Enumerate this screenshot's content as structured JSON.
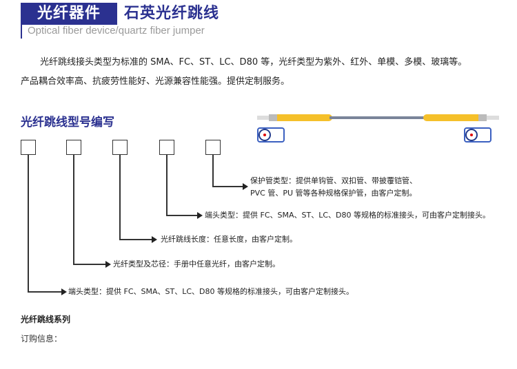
{
  "header": {
    "badge": "光纤器件",
    "title": "石英光纤跳线",
    "subtitle": "Optical fiber device/quartz fiber jumper"
  },
  "intro": {
    "line1": "光纤跳线接头类型为标准的 SMA、FC、ST、LC、D80 等，光纤类型为紫外、红外、单模、多模、玻璃等。",
    "line2": "产品耦合效率高、抗疲劳性能好、光源兼容性能强。提供定制服务。"
  },
  "model": {
    "heading": "光纤跳线型号编写",
    "items": [
      "端头类型：提供 FC、SMA、ST、LC、D80 等规格的标准接头，可由客户定制接头。",
      "光纤类型及芯径：手册中任意光纤，由客户定制。",
      "光纤跳线长度：任意长度，由客户定制。",
      "端头类型：提供 FC、SMA、ST、LC、D80 等规格的标准接头，可由客户定制接头。",
      "保护管类型：提供单钩管、双扣管、带披覆铠管、",
      "PVC 管、PU 管等各种规格保护管，由客户定制。"
    ]
  },
  "series": {
    "heading": "光纤跳线系列",
    "order_label": "订购信息："
  },
  "colors": {
    "brand": "#2b3190",
    "jacket": "#f5c02a",
    "fiber": "#7a8499"
  }
}
